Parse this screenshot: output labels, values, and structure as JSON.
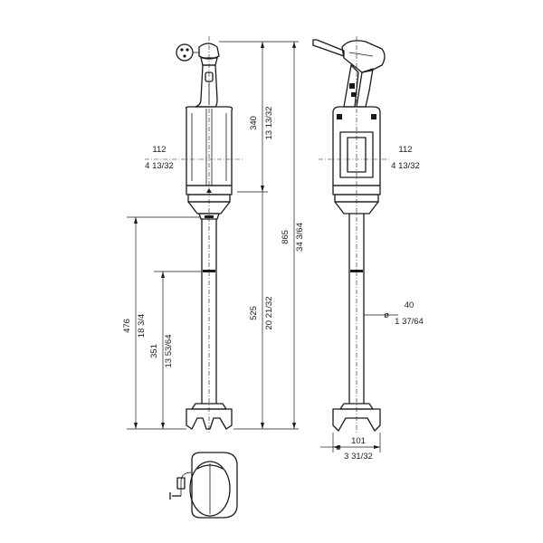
{
  "dimensions": {
    "handle_height": {
      "mm": "340",
      "in": "13 13/32"
    },
    "body_width_left": {
      "mm": "112",
      "in": "4 13/32"
    },
    "overall_height": {
      "mm": "865",
      "in": "34 3/64"
    },
    "tube_length": {
      "mm": "525",
      "in": "20 21/32"
    },
    "immersion_max": {
      "mm": "476",
      "in": "18 3/4"
    },
    "immersion_min": {
      "mm": "351",
      "in": "13 53/64"
    },
    "body_width_right": {
      "mm": "112",
      "in": "4 13/32"
    },
    "tube_diameter": {
      "symbol": "ø",
      "mm": "40",
      "in": "1 37/64"
    },
    "bell_diameter": {
      "symbol": "ø",
      "mm": "101",
      "in": "3 31/32"
    }
  }
}
